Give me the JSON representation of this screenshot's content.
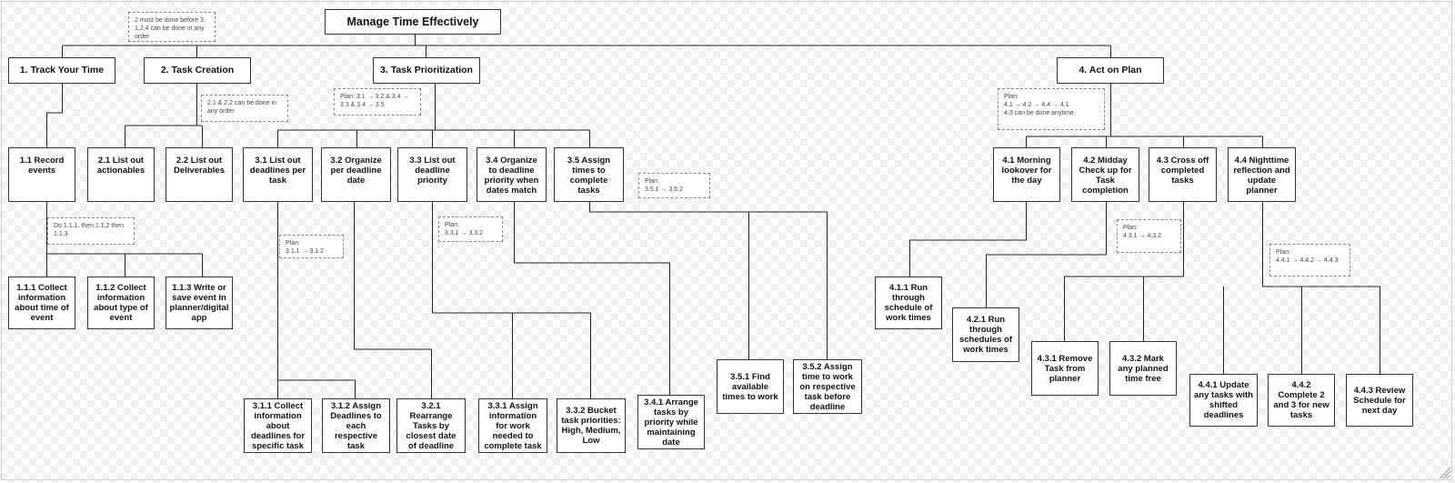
{
  "nodes": {
    "root": "Manage Time Effectively",
    "n1": "1. Track Your Time",
    "n2": "2. Task Creation",
    "n3": "3. Task Prioritization",
    "n4": "4. Act on Plan",
    "n1_1": "1.1 Record events",
    "n1_1_1": "1.1.1 Collect information about time of event",
    "n1_1_2": "1.1.2 Collect information about type of event",
    "n1_1_3": "1.1.3 Write or save event in planner/digital app",
    "n2_1": "2.1 List out actionables",
    "n2_2": "2.2 List out Deliverables",
    "n3_1": "3.1 List out deadlines per task",
    "n3_2": "3.2 Organize per deadline date",
    "n3_3": "3.3 List out deadline priority",
    "n3_4": "3.4 Organize to deadline priority when dates match",
    "n3_5": "3.5 Assign times to complete tasks",
    "n3_1_1": "3.1.1 Collect information about deadlines for specific task",
    "n3_1_2": "3.1.2 Assign Deadlines to each respective task",
    "n3_2_1": "3.2.1 Rearrange Tasks by closest date of deadline",
    "n3_3_1": "3.3.1 Assign information for work needed to complete task",
    "n3_3_2": "3.3.2 Bucket task priorities: High, Medium, Low",
    "n3_4_1": "3.4.1 Arrange tasks by priority while maintaining date",
    "n3_5_1": "3.5.1 Find available times to work",
    "n3_5_2": "3.5.2 Assign time to work on respective task before deadline",
    "n4_1": "4.1 Morning lookover for the day",
    "n4_2": "4.2 Midday Check up for Task completion",
    "n4_3": "4.3 Cross off completed tasks",
    "n4_4": "4.4 Nighttime reflection and update planner",
    "n4_1_1": "4.1.1 Run through schedule of work times",
    "n4_2_1": "4.2.1 Run through schedules of work times",
    "n4_3_1": "4.3.1 Remove Task from planner",
    "n4_3_2": "4.3.2 Mark any planned time free",
    "n4_4_1": "4.4.1 Update any tasks with shifted deadlines",
    "n4_4_2": "4.4.2 Complete 2 and 3 for new tasks",
    "n4_4_3": "4.4.3 Review Schedule for next day"
  },
  "notes": {
    "root_plan": "2 must be done before 3.\n1,2,4 can be done in any order",
    "task_creation_plan": "2.1 & 2.2 can be done in any order",
    "record_plan": "Do 1.1.1, then 1.1.2 then 1.1.3",
    "prioritization_plan": "Plan: 3.1 → 3.2 & 3.4 →\n3.3 & 3.4 → 3.5",
    "plan_3_1": "Plan:\n3.1.1 → 3.1.2",
    "plan_3_3": "Plan:\n3.3.1 → 3.3.2",
    "plan_3_5": "Plan:\n3.5.1 → 3.5.2",
    "act_plan": "Plan:\n4.1 → 4.2 → 4.4 → 4.1\n4.3 can be done anytime",
    "plan_4_3": "Plan:\n4.3.1 → 4.3.2",
    "plan_4_4": "Plan:\n4.4.1 → 4.4.2 → 4.4.3"
  },
  "colors": {
    "node_border": "#333333",
    "note_border": "#888888",
    "connector": "#222222"
  }
}
